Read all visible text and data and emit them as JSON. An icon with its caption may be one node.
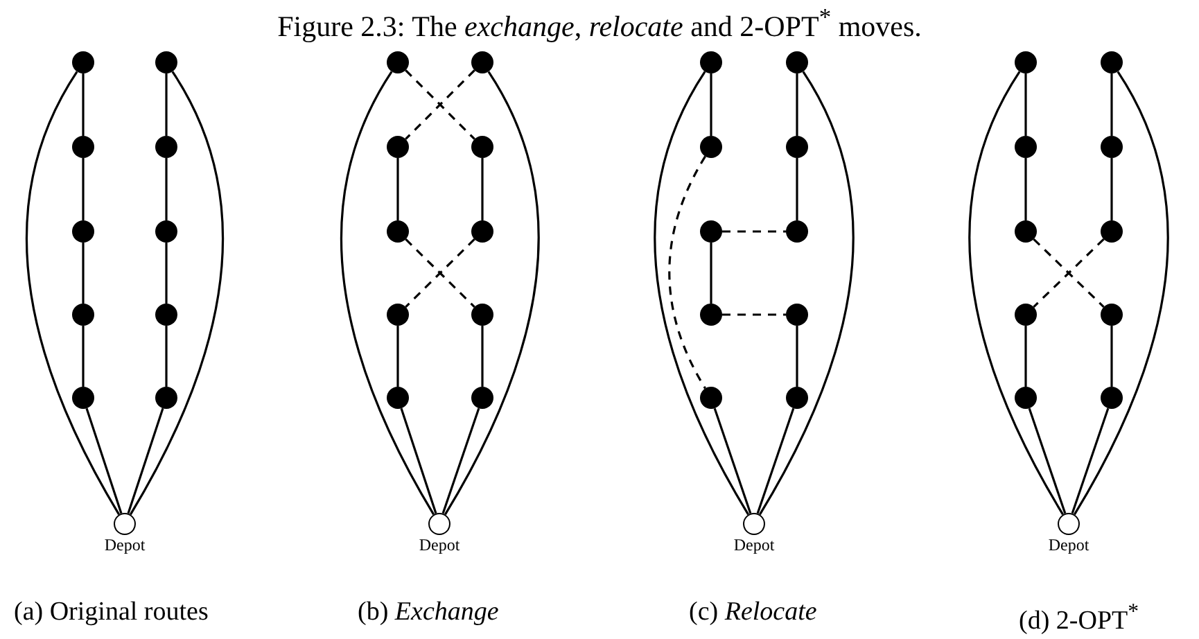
{
  "diagram": {
    "title": "Figure 2.3: The *exchange*, *relocate* and 2-OPT$^{*}$ moves.",
    "nodes": [
      {
        "text": [],
        "shape": "circle"
      },
      {
        "text": [],
        "shape": "circle"
      },
      {
        "text": [],
        "shape": "circle"
      },
      {
        "text": [],
        "shape": "circle"
      },
      {
        "text": [],
        "shape": "circle"
      },
      {
        "text": [],
        "shape": "circle"
      },
      {
        "text": [],
        "shape": "circle"
      },
      {
        "text": [],
        "shape": "circle"
      },
      {
        "text": [],
        "shape": "circle"
      },
      {
        "text": [],
        "shape": "circle"
      },
      {
        "text": [
          "Depot"
        ]
      },
      {
        "text": [],
        "shape": "circle"
      },
      {
        "text": [],
        "shape": "circle"
      },
      {
        "text": [],
        "shape": "circle"
      },
      {
        "text": [],
        "shape": "circle"
      },
      {
        "text": [],
        "shape": "circle"
      },
      {
        "text": [],
        "shape": "circle"
      },
      {
        "text": [],
        "shape": "circle"
      },
      {
        "text": [],
        "shape": "circle"
      },
      {
        "text": [],
        "shape": "circle"
      },
      {
        "text": [],
        "shape": "circle"
      },
      {
        "text": [
          "Depot"
        ]
      },
      {
        "text": [],
        "shape": "circle"
      },
      {
        "text": [],
        "shape": "circle"
      },
      {
        "text": [],
        "shape": "circle"
      },
      {
        "text": [],
        "shape": "circle"
      },
      {
        "text": [],
        "shape": "circle"
      },
      {
        "text": [],
        "shape": "circle"
      },
      {
        "text": [],
        "shape": "circle"
      },
      {
        "text": [],
        "shape": "circle"
      },
      {
        "text": [],
        "shape": "circle"
      },
      {
        "text": [],
        "shape": "circle"
      },
      {
        "text": [
          "Depot"
        ]
      },
      {
        "text": [],
        "shape": "circle"
      },
      {
        "text": [],
        "shape": "circle"
      },
      {
        "text": [],
        "shape": "circle"
      },
      {
        "text": [],
        "shape": "circle"
      },
      {
        "text": [],
        "shape": "circle"
      },
      {
        "text": [],
        "shape": "circle"
      },
      {
        "text": [],
        "shape": "circle"
      },
      {
        "text": [],
        "shape": "circle"
      },
      {
        "text": [],
        "shape": "circle"
      },
      {
        "text": [],
        "shape": "circle"
      },
      {
        "text": [
          "Depot"
        ]
      }
    ],
    "edges": [
      {
        "from": 0,
        "to": 2,
        "arrow": "none"
      },
      {
        "from": 2,
        "to": 4,
        "arrow": "none"
      },
      {
        "from": 4,
        "to": 6,
        "arrow": "none"
      },
      {
        "from": 6,
        "to": 8,
        "arrow": "none"
      },
      {
        "from": 1,
        "to": 3,
        "arrow": "none"
      },
      {
        "from": 3,
        "to": 5,
        "arrow": "none"
      },
      {
        "from": 5,
        "to": 7,
        "arrow": "none"
      },
      {
        "from": 7,
        "to": 9,
        "arrow": "none"
      },
      {
        "from": 10,
        "to": 0,
        "arrow": "none"
      },
      {
        "from": 10,
        "to": 1,
        "arrow": "none"
      },
      {
        "from": 10,
        "to": 8,
        "arrow": "none"
      },
      {
        "from": 10,
        "to": 9,
        "arrow": "none"
      },
      {
        "from": 11,
        "to": 14,
        "arrow": "none",
        "style": "dashed"
      },
      {
        "from": 12,
        "to": 13,
        "arrow": "none",
        "style": "dashed"
      },
      {
        "from": 13,
        "to": 15,
        "arrow": "none"
      },
      {
        "from": 14,
        "to": 16,
        "arrow": "none"
      },
      {
        "from": 15,
        "to": 18,
        "arrow": "none",
        "style": "dashed"
      },
      {
        "from": 16,
        "to": 17,
        "arrow": "none",
        "style": "dashed"
      },
      {
        "from": 17,
        "to": 19,
        "arrow": "none"
      },
      {
        "from": 18,
        "to": 20,
        "arrow": "none"
      },
      {
        "from": 21,
        "to": 11,
        "arrow": "none"
      },
      {
        "from": 21,
        "to": 12,
        "arrow": "none"
      },
      {
        "from": 21,
        "to": 19,
        "arrow": "none"
      },
      {
        "from": 21,
        "to": 20,
        "arrow": "none"
      },
      {
        "from": 22,
        "to": 24,
        "arrow": "none"
      },
      {
        "from": 24,
        "to": 30,
        "arrow": "none",
        "style": "dashed"
      },
      {
        "from": 26,
        "to": 28,
        "arrow": "none"
      },
      {
        "from": 26,
        "to": 27,
        "arrow": "none",
        "style": "dashed"
      },
      {
        "from": 28,
        "to": 29,
        "arrow": "none",
        "style": "dashed"
      },
      {
        "from": 23,
        "to": 25,
        "arrow": "none"
      },
      {
        "from": 25,
        "to": 27,
        "arrow": "none"
      },
      {
        "from": 29,
        "to": 31,
        "arrow": "none"
      },
      {
        "from": 32,
        "to": 22,
        "arrow": "none"
      },
      {
        "from": 32,
        "to": 23,
        "arrow": "none"
      },
      {
        "from": 32,
        "to": 30,
        "arrow": "none"
      },
      {
        "from": 32,
        "to": 31,
        "arrow": "none"
      },
      {
        "from": 33,
        "to": 35,
        "arrow": "none"
      },
      {
        "from": 35,
        "to": 37,
        "arrow": "none"
      },
      {
        "from": 34,
        "to": 36,
        "arrow": "none"
      },
      {
        "from": 36,
        "to": 38,
        "arrow": "none"
      },
      {
        "from": 37,
        "to": 40,
        "arrow": "none",
        "style": "dashed"
      },
      {
        "from": 38,
        "to": 39,
        "arrow": "none",
        "style": "dashed"
      },
      {
        "from": 39,
        "to": 41,
        "arrow": "none"
      },
      {
        "from": 40,
        "to": 42,
        "arrow": "none"
      },
      {
        "from": 43,
        "to": 33,
        "arrow": "none"
      },
      {
        "from": 43,
        "to": 34,
        "arrow": "none"
      },
      {
        "from": 43,
        "to": 41,
        "arrow": "none"
      },
      {
        "from": 43,
        "to": 42,
        "arrow": "none"
      }
    ],
    "labels": [
      "(a) Original routes",
      "(b) *Exchange*",
      "(c) *Relocate*",
      "(d) 2-OPT$^{*}$"
    ]
  }
}
